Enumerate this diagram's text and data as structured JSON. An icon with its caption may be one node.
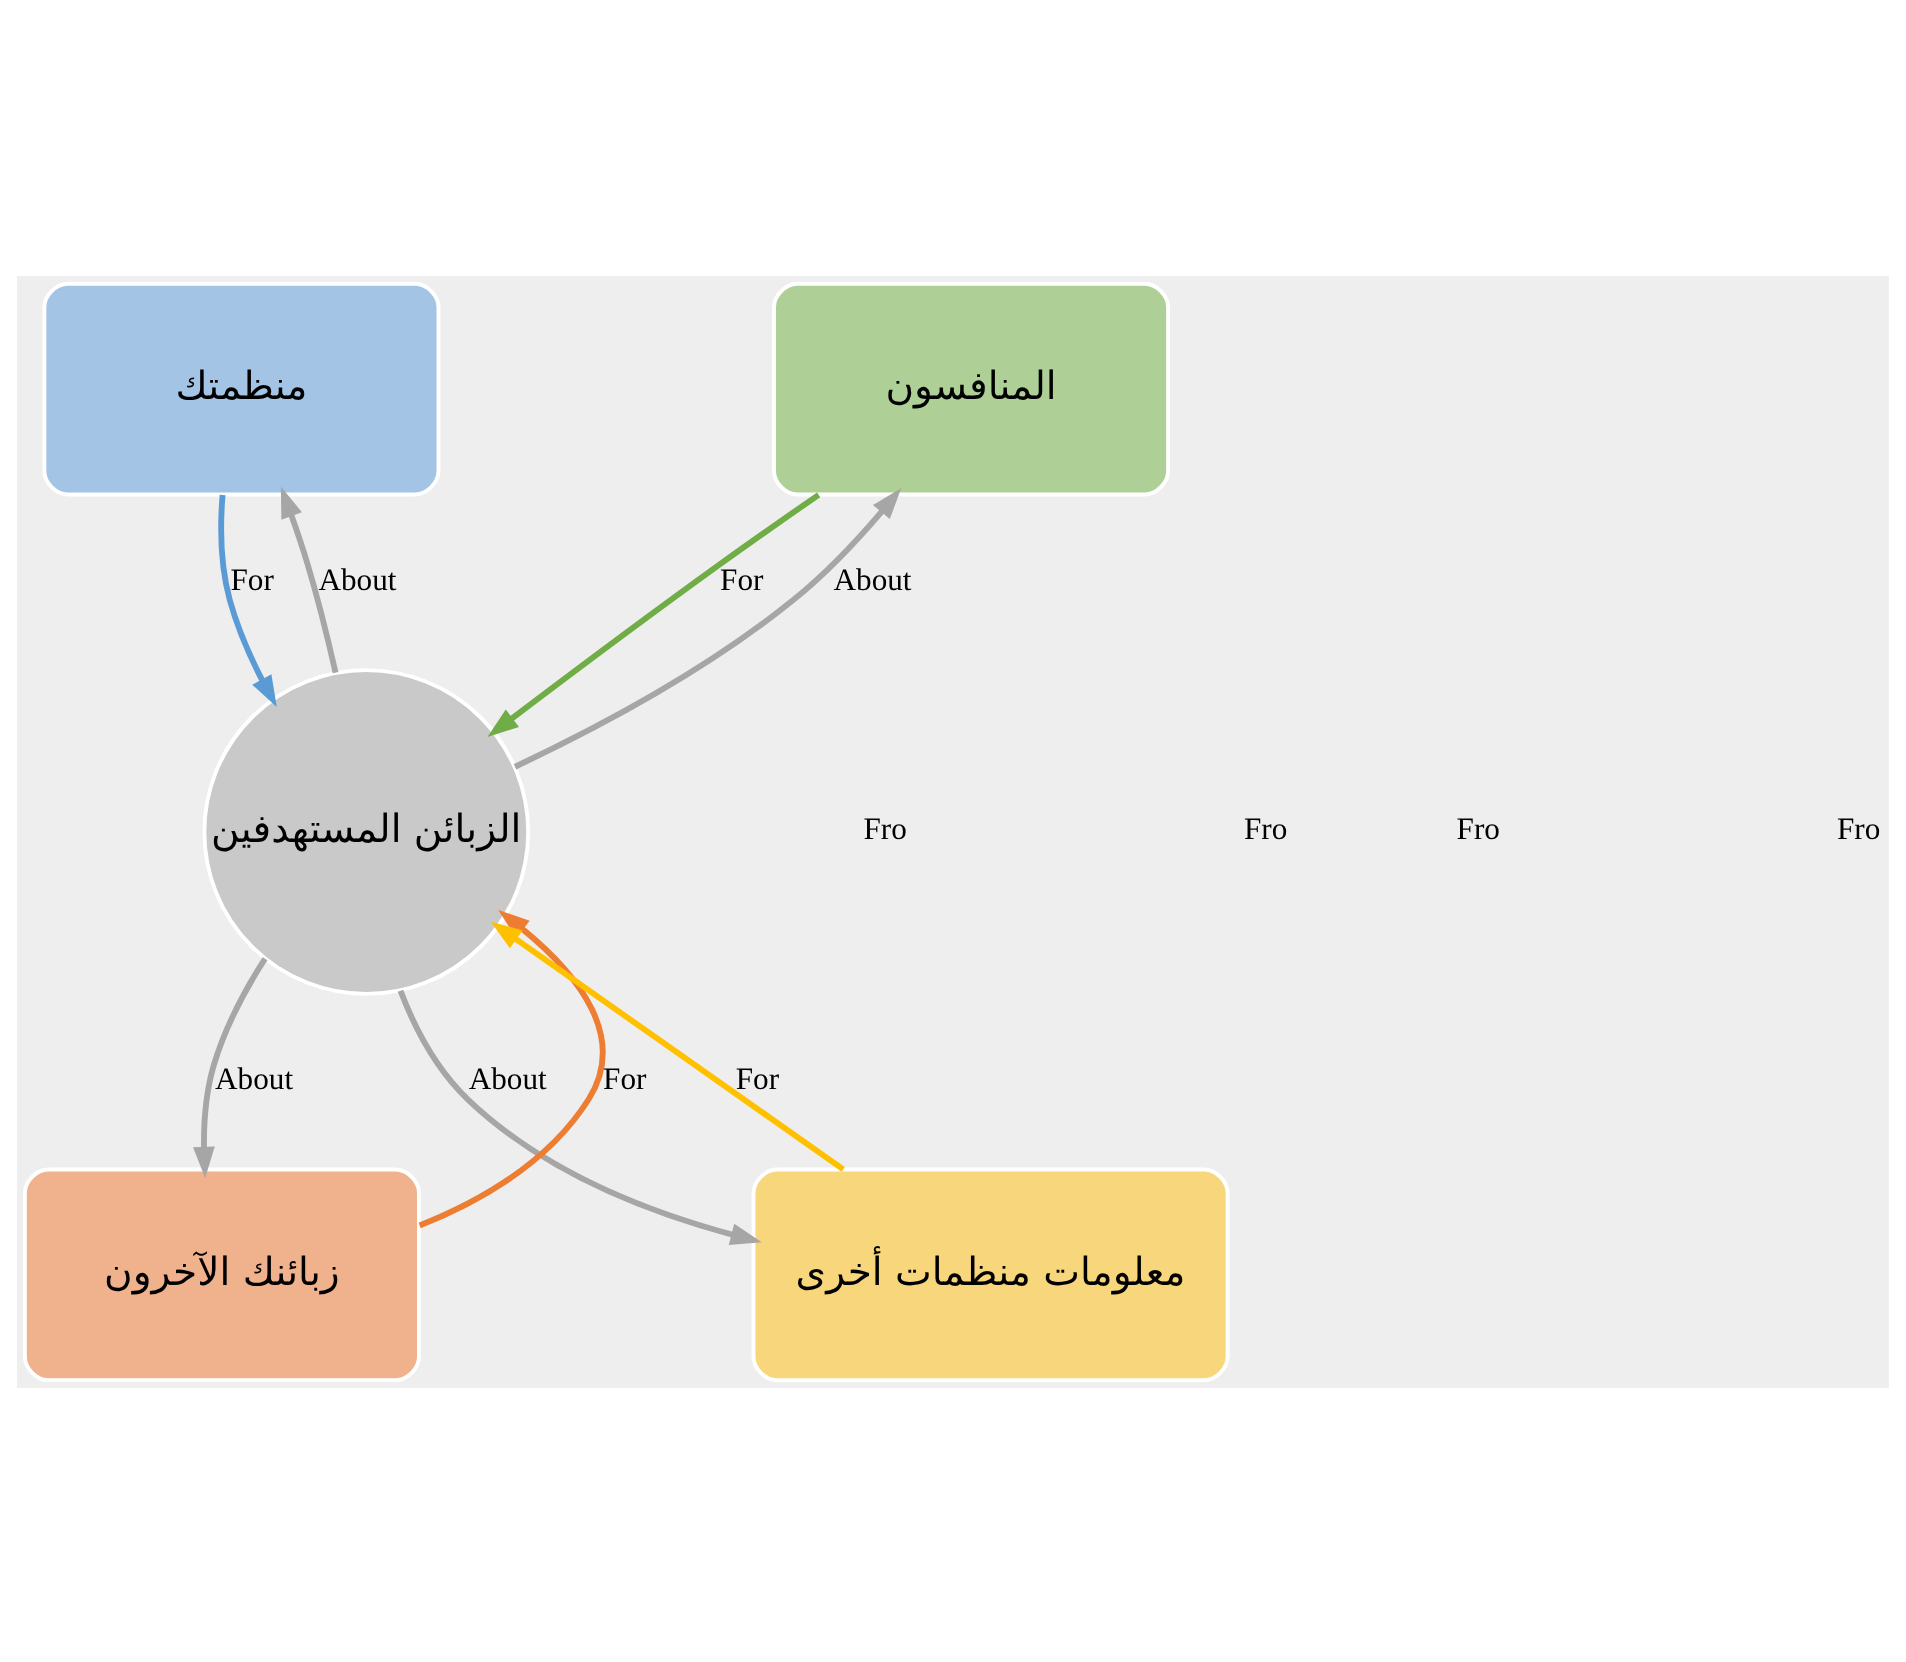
{
  "diagram": {
    "nodes": [
      {
        "text": [
          "منظمتك"
        ]
      },
      {
        "text": [
          "المنافسون"
        ]
      },
      {
        "text": [
          "الزبائن المستهدفين"
        ]
      },
      {
        "text": [
          "زبائنك الآخرون"
        ]
      },
      {
        "text": [
          "معلومات منظمات أخرى"
        ]
      }
    ],
    "edges": [
      {
        "from": 0,
        "to": 2,
        "arrow": "to",
        "label": "For",
        "color": "#5b9bd5"
      },
      {
        "from": 2,
        "to": 0,
        "arrow": "to",
        "label": "About"
      },
      {
        "from": 1,
        "to": 2,
        "arrow": "to",
        "label": "For",
        "color": "#70ad47"
      },
      {
        "from": 2,
        "to": 1,
        "arrow": "to",
        "label": "About"
      },
      {
        "from": 3,
        "to": 2,
        "arrow": "to",
        "label": "For",
        "color": "#ed7d31"
      },
      {
        "from": 2,
        "to": 3,
        "arrow": "to",
        "label": "About"
      },
      {
        "from": 4,
        "to": 2,
        "arrow": "to",
        "label": "For",
        "color": "#ffc000"
      },
      {
        "from": 2,
        "to": 4,
        "arrow": "to",
        "label": "About"
      }
    ],
    "labels": [
      "Fro",
      "Fro",
      "Fro",
      "Fro"
    ]
  }
}
